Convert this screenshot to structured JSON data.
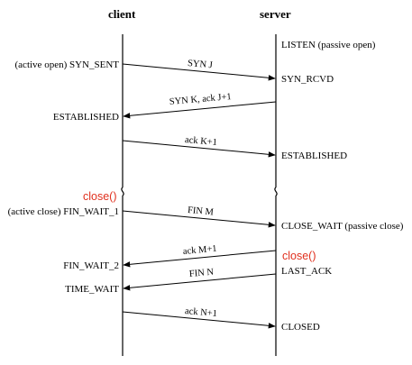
{
  "headers": {
    "client": "client",
    "server": "server"
  },
  "server_states": {
    "listen": "LISTEN (passive open)",
    "syn_rcvd": "SYN_RCVD",
    "established": "ESTABLISHED",
    "close_wait": "CLOSE_WAIT (passive close)",
    "last_ack": "LAST_ACK",
    "closed": "CLOSED"
  },
  "client_states": {
    "syn_sent": "(active open) SYN_SENT",
    "established": "ESTABLISHED",
    "fin_wait_1": "(active close) FIN_WAIT_1",
    "fin_wait_2": "FIN_WAIT_2",
    "time_wait": "TIME_WAIT"
  },
  "calls": {
    "client_close": "close()",
    "server_close": "close()"
  },
  "messages": {
    "syn": "SYN J",
    "syn_ack": "SYN K, ack J+1",
    "ack_k": "ack K+1",
    "fin_m": "FIN M",
    "ack_m": "ack M+1",
    "fin_n": "FIN N",
    "ack_n": "ack N+1"
  },
  "colors": {
    "highlight": "#e0301e",
    "line": "#000000"
  }
}
